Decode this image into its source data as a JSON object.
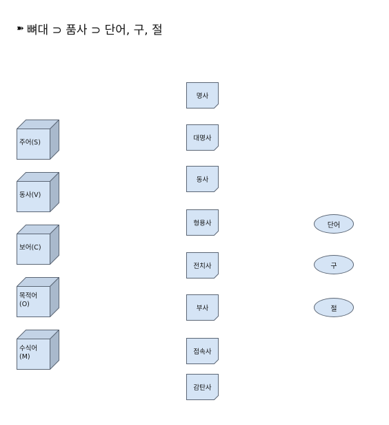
{
  "title": {
    "bullet": "➽",
    "text": "뼈대 ⊃ 품사 ⊃ 단어, 구, 절"
  },
  "colors": {
    "shape_fill": "#d5e4f5",
    "cube_side": "#a9b9cc",
    "cube_top": "#c3d3e6",
    "shape_stroke": "#5a6574"
  },
  "sentence_components": [
    {
      "label": "주어(S)"
    },
    {
      "label": "동사(V)"
    },
    {
      "label": "보어(C)"
    },
    {
      "label": "목적어\n(O)"
    },
    {
      "label": "수식어\n(M)"
    }
  ],
  "parts_of_speech": [
    {
      "label": "명사"
    },
    {
      "label": "대명사"
    },
    {
      "label": "동사"
    },
    {
      "label": "형용사"
    },
    {
      "label": "전치사"
    },
    {
      "label": "부사"
    },
    {
      "label": "접속사"
    },
    {
      "label": "감탄사"
    }
  ],
  "units": [
    {
      "label": "단어"
    },
    {
      "label": "구"
    },
    {
      "label": "절"
    }
  ]
}
